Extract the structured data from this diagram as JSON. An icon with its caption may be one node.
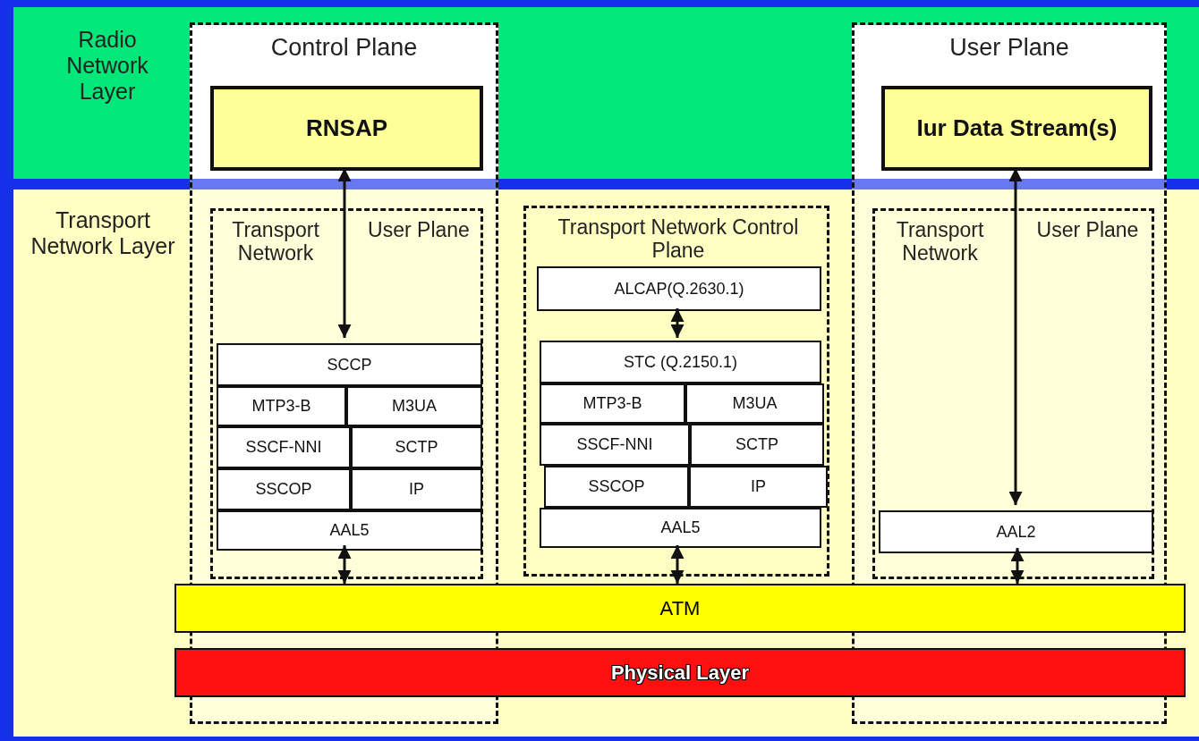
{
  "diagram": {
    "nodes": [
      {
        "text": [
          "Radio Network Layer"
        ]
      },
      {
        "text": [
          "Transport Network Layer"
        ]
      },
      {
        "text": [
          "Control Plane"
        ]
      },
      {
        "text": [
          "RNSAP"
        ],
        "in": 2
      },
      {
        "text": [
          "User Plane"
        ]
      },
      {
        "text": [
          "Iur Data Stream(s)"
        ],
        "in": 4
      },
      {
        "text": [
          "Transport Network User Plane"
        ],
        "in": 2
      },
      {
        "text": [
          "SCCP"
        ],
        "in": 6
      },
      {
        "text": [
          "MTP3-B"
        ],
        "in": 6
      },
      {
        "text": [
          "M3UA"
        ],
        "in": 6
      },
      {
        "text": [
          "SSCF-NNI"
        ],
        "in": 6
      },
      {
        "text": [
          "SCTP"
        ],
        "in": 6
      },
      {
        "text": [
          "SSCOP"
        ],
        "in": 6
      },
      {
        "text": [
          "IP"
        ],
        "in": 6
      },
      {
        "text": [
          "AAL5"
        ],
        "in": 6
      },
      {
        "text": [
          "Transport Network Control Plane"
        ]
      },
      {
        "text": [
          "ALCAP(Q.2630.1)"
        ],
        "in": 15
      },
      {
        "text": [
          "STC (Q.2150.1)"
        ],
        "in": 15
      },
      {
        "text": [
          "MTP3-B"
        ],
        "in": 15
      },
      {
        "text": [
          "M3UA"
        ],
        "in": 15
      },
      {
        "text": [
          "SSCF-NNI"
        ],
        "in": 15
      },
      {
        "text": [
          "SCTP"
        ],
        "in": 15
      },
      {
        "text": [
          "SSCOP"
        ],
        "in": 15
      },
      {
        "text": [
          "IP"
        ],
        "in": 15
      },
      {
        "text": [
          "AAL5"
        ],
        "in": 15
      },
      {
        "text": [
          "Transport Network User Plane"
        ],
        "in": 4
      },
      {
        "text": [
          "AAL2"
        ],
        "in": 25
      },
      {
        "text": [
          "ATM"
        ]
      },
      {
        "text": [
          "Physical Layer"
        ]
      }
    ],
    "edges": [
      {
        "from": 3,
        "to": 7,
        "arrow": "both"
      },
      {
        "from": 5,
        "to": 26,
        "arrow": "both"
      },
      {
        "from": 16,
        "to": 17,
        "arrow": "both"
      },
      {
        "from": 14,
        "to": 27,
        "arrow": "both"
      },
      {
        "from": 24,
        "to": 27,
        "arrow": "both"
      },
      {
        "from": 26,
        "to": 27,
        "arrow": "both"
      }
    ]
  }
}
